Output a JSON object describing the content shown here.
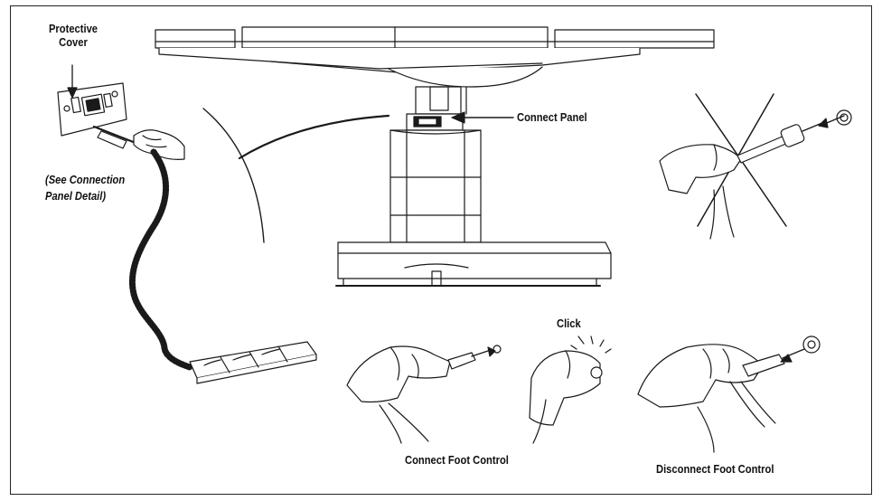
{
  "labels": {
    "protective_cover": "Protective Cover",
    "see_connection_panel_detail": "(See Connection Panel Detail)",
    "connect_panel": "Connect Panel",
    "click": "Click",
    "connect_foot_control": "Connect Foot Control",
    "disconnect_foot_control": "Disconnect Foot Control"
  },
  "colors": {
    "line": "#1a1a1a",
    "frame": "#222222",
    "background": "#ffffff"
  }
}
